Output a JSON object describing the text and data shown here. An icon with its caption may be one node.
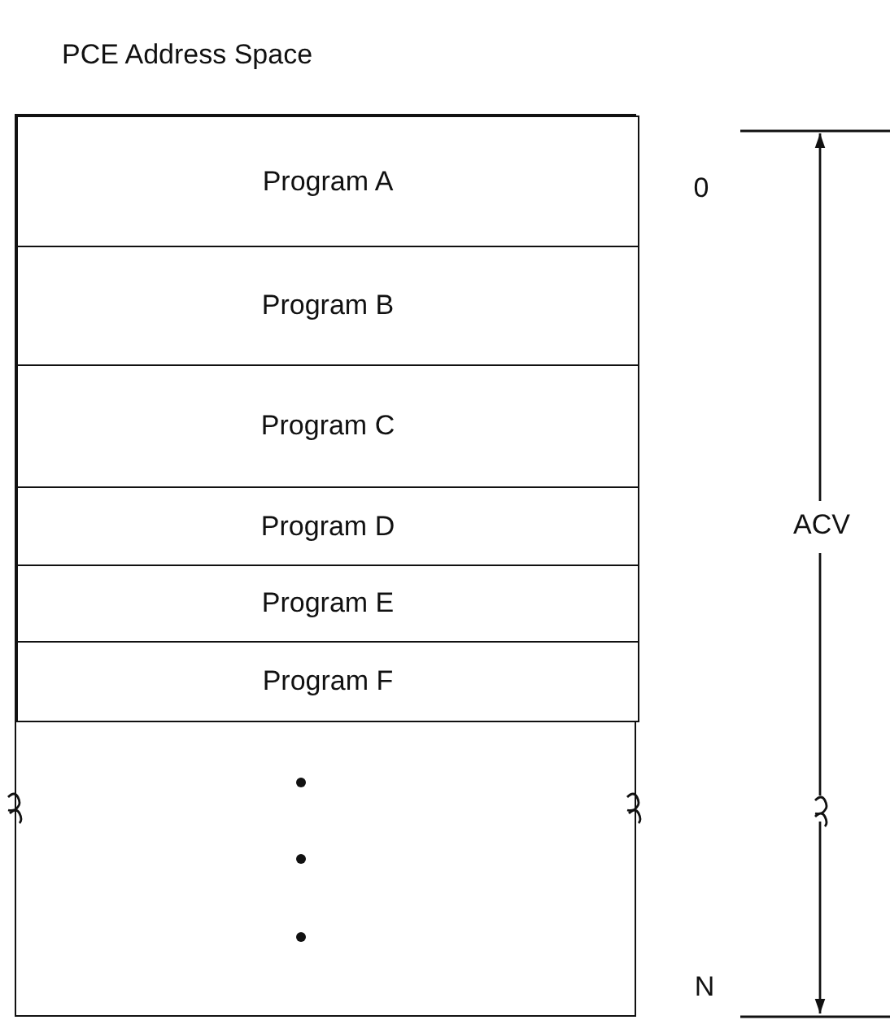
{
  "diagram": {
    "title": "PCE Address Space",
    "nodes": [
      {
        "text": [],
        "shape": "box"
      },
      {
        "text": [
          "Program A"
        ],
        "in": 0
      },
      {
        "text": [
          "Program B"
        ],
        "in": 0
      },
      {
        "text": [
          "Program C"
        ],
        "in": 0
      },
      {
        "text": [
          "Program D"
        ],
        "in": 0
      },
      {
        "text": [
          "Program E"
        ],
        "in": 0
      },
      {
        "text": [
          "Program F"
        ],
        "in": 0
      }
    ],
    "labels": [
      "0",
      "ACV",
      "N"
    ]
  }
}
